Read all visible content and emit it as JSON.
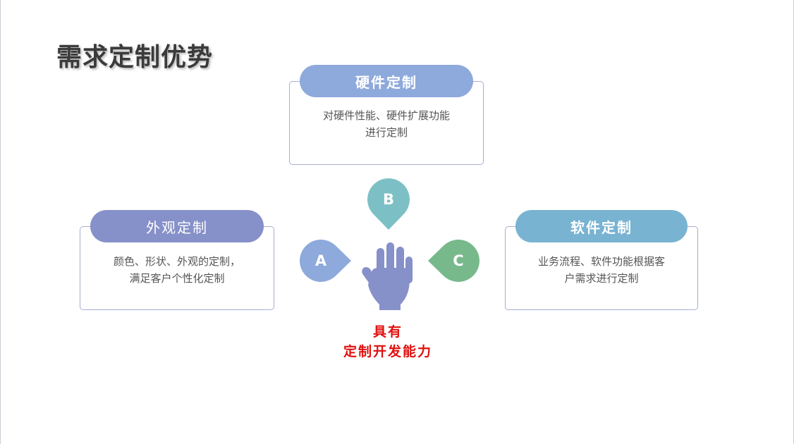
{
  "title": "需求定制优势",
  "cards": {
    "hardware": {
      "label": "硬件定制",
      "desc": [
        "对硬件性能、硬件扩展功能",
        "进行定制"
      ]
    },
    "appearance": {
      "label": "外观定制",
      "desc": [
        "颜色、形状、外观的定制，",
        "满足客户个性化定制"
      ]
    },
    "software": {
      "label": "软件定制",
      "desc": [
        "业务流程、软件功能根据客",
        "户需求进行定制"
      ]
    }
  },
  "markers": {
    "a": "A",
    "b": "B",
    "c": "C"
  },
  "center": {
    "line1": "具有",
    "line2": "定制开发能力"
  },
  "colors": {
    "hardware_pill": "#8ea9db",
    "appearance_pill": "#8690c9",
    "software_pill": "#78b3d1",
    "marker_a": "#8ea9db",
    "marker_b": "#7cc0c5",
    "marker_c": "#78b98c",
    "hand": "#8690c9",
    "center_text": "#e0100e"
  },
  "icons": {
    "hand": "hand-icon"
  }
}
